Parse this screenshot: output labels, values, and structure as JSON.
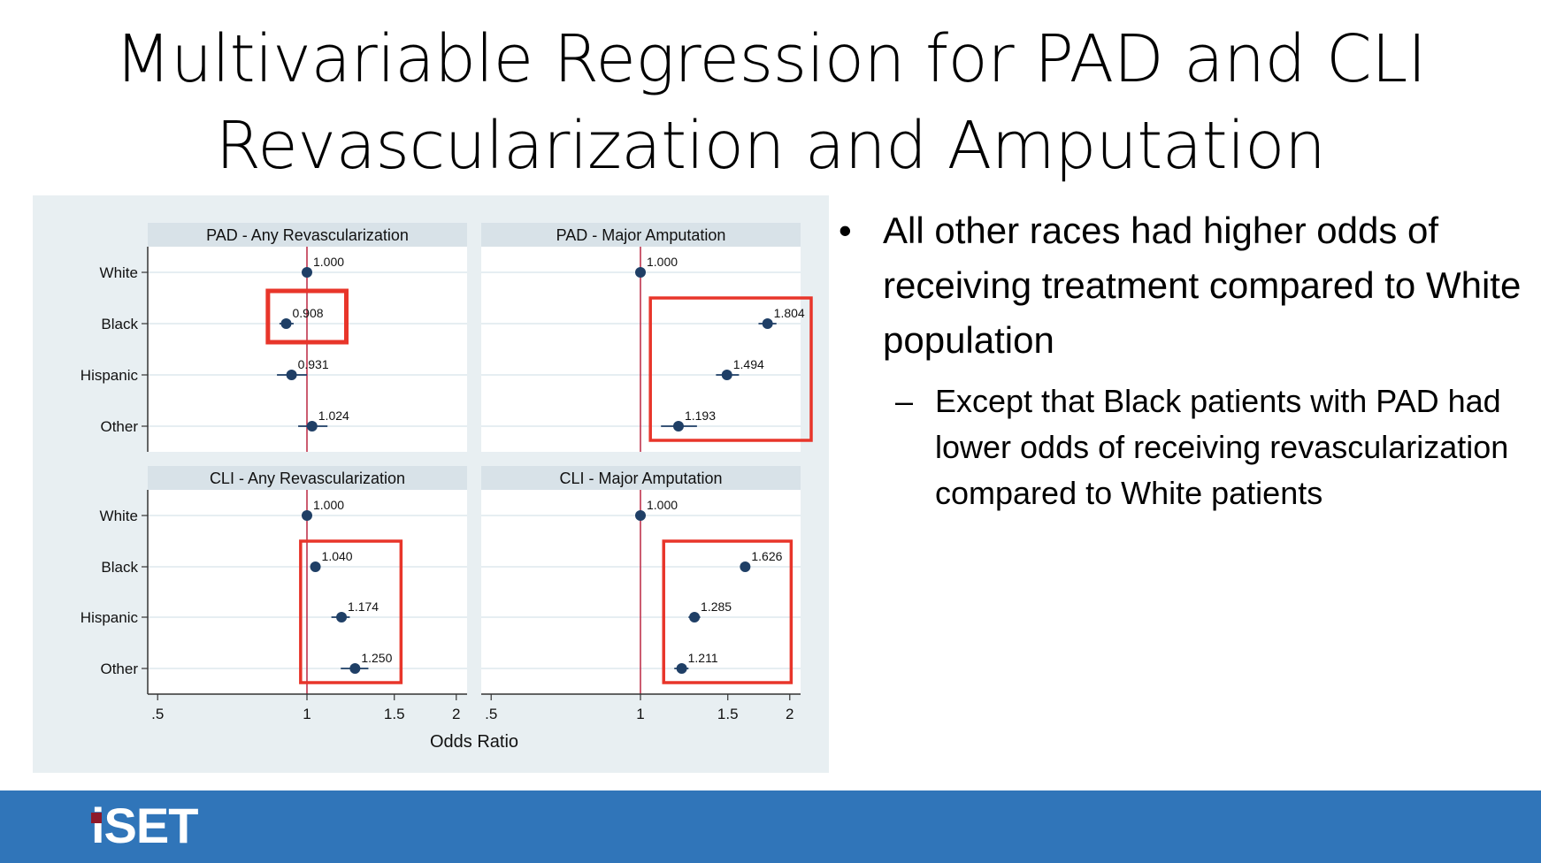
{
  "slide": {
    "title_line1": "Multivariable Regression for PAD and CLI",
    "title_line2": "Revascularization and Amputation",
    "bullets": {
      "level1": {
        "marker": "•",
        "text": "All other races had higher odds of receiving treatment compared to White population"
      },
      "level2": {
        "marker": "–",
        "text": "Except that Black patients with PAD had lower odds of receiving revascularization compared to White patients"
      }
    },
    "footer": {
      "logo_text": "iSET",
      "colors": {
        "band": "#3075b9",
        "logo_dot": "#8e1a2c"
      }
    }
  },
  "chart_data": {
    "type": "scatter",
    "subtype": "forest_plot_small_multiples",
    "xlabel": "Odds Ratio",
    "x_scale": "log",
    "xlim": [
      0.5,
      2
    ],
    "x_ticks": [
      0.5,
      1,
      1.5,
      2
    ],
    "x_tick_labels": [
      ".5",
      "1",
      "1.5",
      "2"
    ],
    "reference_line": 1,
    "categories": [
      "White",
      "Black",
      "Hispanic",
      "Other"
    ],
    "grid": true,
    "colors": {
      "background": "#e8eff2",
      "panel_header": "#d8e2e8",
      "marker": "#1f3f66",
      "reference_line": "#c0334d",
      "highlight_box": "#e8352a"
    },
    "panels": [
      {
        "title": "PAD - Any Revascularization",
        "values": [
          1.0,
          0.908,
          0.931,
          1.024
        ],
        "labels": [
          "1.000",
          "0.908",
          "0.931",
          "1.024"
        ],
        "ci_low": [
          1.0,
          0.88,
          0.87,
          0.96
        ],
        "ci_high": [
          1.0,
          0.94,
          1.0,
          1.1
        ],
        "highlight": {
          "rows": [
            "Black"
          ]
        }
      },
      {
        "title": "PAD - Major Amputation",
        "values": [
          1.0,
          1.804,
          1.494,
          1.193
        ],
        "labels": [
          "1.000",
          "1.804",
          "1.494",
          "1.193"
        ],
        "ci_low": [
          1.0,
          1.73,
          1.42,
          1.1
        ],
        "ci_high": [
          1.0,
          1.88,
          1.58,
          1.3
        ],
        "highlight": {
          "rows": [
            "Black",
            "Hispanic",
            "Other"
          ]
        }
      },
      {
        "title": "CLI - Any Revascularization",
        "values": [
          1.0,
          1.04,
          1.174,
          1.25
        ],
        "labels": [
          "1.000",
          "1.040",
          "1.174",
          "1.250"
        ],
        "ci_low": [
          1.0,
          1.02,
          1.12,
          1.17
        ],
        "ci_high": [
          1.0,
          1.06,
          1.22,
          1.33
        ],
        "highlight": {
          "rows": [
            "Black",
            "Hispanic",
            "Other"
          ]
        }
      },
      {
        "title": "CLI - Major Amputation",
        "values": [
          1.0,
          1.626,
          1.285,
          1.211
        ],
        "labels": [
          "1.000",
          "1.626",
          "1.285",
          "1.211"
        ],
        "ci_low": [
          1.0,
          1.6,
          1.25,
          1.17
        ],
        "ci_high": [
          1.0,
          1.66,
          1.32,
          1.25
        ],
        "highlight": {
          "rows": [
            "Black",
            "Hispanic",
            "Other"
          ]
        }
      }
    ]
  }
}
